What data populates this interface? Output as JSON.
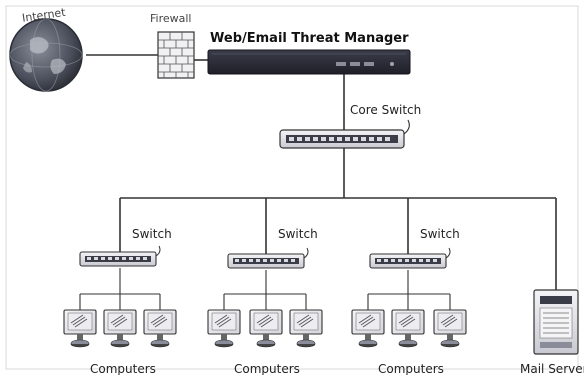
{
  "diagram": {
    "labels": {
      "internet": "Internet",
      "firewall": "Firewall",
      "threat_manager": "Web/Email Threat Manager",
      "core_switch": "Core Switch",
      "switch": "Switch",
      "computers": "Computers",
      "mail_server": "Mail Server"
    },
    "colors": {
      "device_dark": "#2b2d3a",
      "device_light": "#e9e9ee",
      "globe": "#4a4e5a",
      "wire": "#333333"
    }
  }
}
